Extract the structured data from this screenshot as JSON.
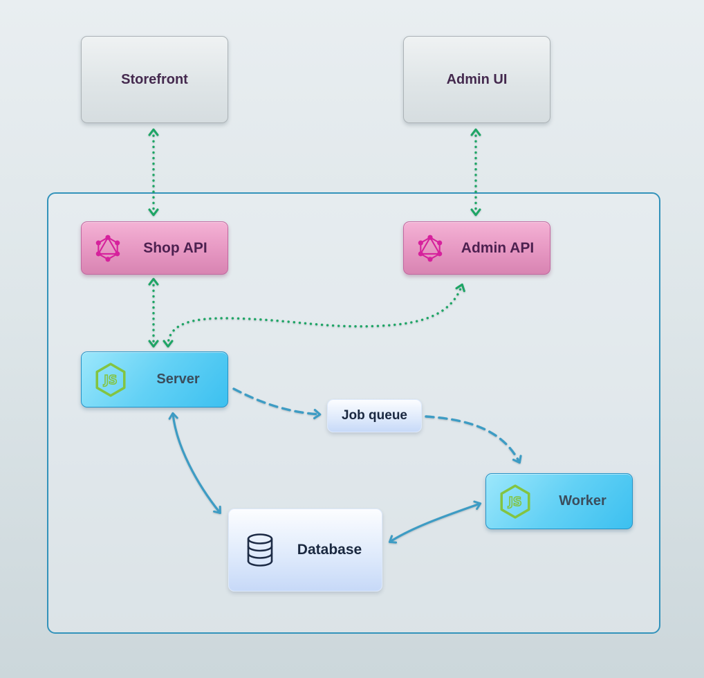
{
  "diagram": {
    "nodes": {
      "storefront": {
        "label": "Storefront",
        "type": "external-client"
      },
      "admin_ui": {
        "label": "Admin UI",
        "type": "external-client"
      },
      "shop_api": {
        "label": "Shop API",
        "type": "graphql-api",
        "icon": "graphql-icon"
      },
      "admin_api": {
        "label": "Admin API",
        "type": "graphql-api",
        "icon": "graphql-icon"
      },
      "server": {
        "label": "Server",
        "type": "nodejs-process",
        "icon": "nodejs-icon"
      },
      "job_queue": {
        "label": "Job queue",
        "type": "queue"
      },
      "worker": {
        "label": "Worker",
        "type": "nodejs-process",
        "icon": "nodejs-icon"
      },
      "database": {
        "label": "Database",
        "type": "datastore",
        "icon": "database-icon"
      }
    },
    "edges": [
      {
        "from": "storefront",
        "to": "shop_api",
        "style": "dotted",
        "color": "green",
        "bidirectional": true
      },
      {
        "from": "admin_ui",
        "to": "admin_api",
        "style": "dotted",
        "color": "green",
        "bidirectional": true
      },
      {
        "from": "shop_api",
        "to": "server",
        "style": "dotted",
        "color": "green",
        "bidirectional": true
      },
      {
        "from": "server",
        "to": "admin_api",
        "style": "dotted",
        "color": "green",
        "bidirectional": true
      },
      {
        "from": "server",
        "to": "job_queue",
        "style": "dashed",
        "color": "blue",
        "bidirectional": false
      },
      {
        "from": "job_queue",
        "to": "worker",
        "style": "dashed",
        "color": "blue",
        "bidirectional": false
      },
      {
        "from": "server",
        "to": "database",
        "style": "solid",
        "color": "blue",
        "bidirectional": true
      },
      {
        "from": "worker",
        "to": "database",
        "style": "solid",
        "color": "blue",
        "bidirectional": true
      }
    ],
    "colors": {
      "arrow_green": "#1ea565",
      "arrow_blue": "#3d9cc4",
      "graphql_pink": "#d6219c",
      "nodejs_green": "#83c441",
      "container_border": "#3292ba",
      "gray_node_text": "#44294e",
      "pink_node_text": "#4d2150",
      "blue_node_text": "#3b4d5c",
      "lightblue_node_text": "#1a2840"
    }
  }
}
